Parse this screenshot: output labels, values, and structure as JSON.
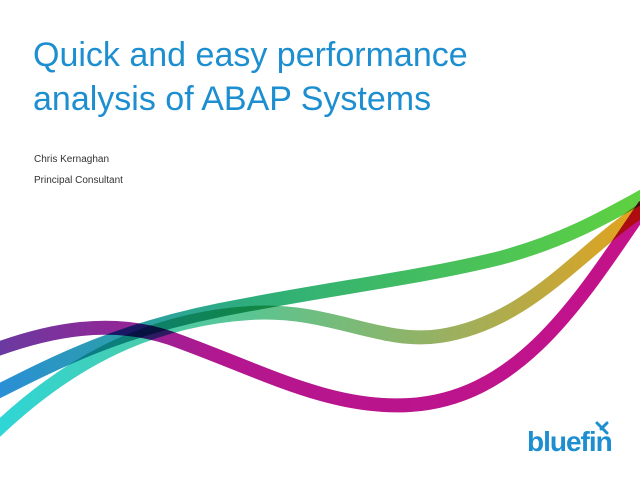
{
  "slide": {
    "title_line1": "Quick and easy performance",
    "title_line2": "analysis of ABAP Systems",
    "author": "Chris Kernaghan",
    "role": "Principal Consultant",
    "logo_text": "bluefin"
  },
  "colors": {
    "title": "#1d8fd1",
    "purple": "#6a3aa0",
    "magenta": "#c4128a",
    "blue": "#2a8fd6",
    "green": "#5fd140",
    "cyan": "#2fd6d6",
    "orange": "#e4a21c"
  }
}
